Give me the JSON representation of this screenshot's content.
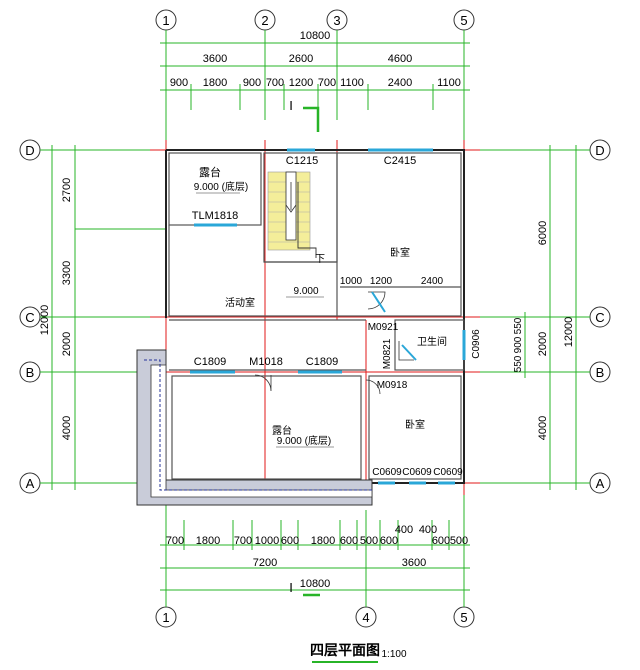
{
  "title": "四层平面图",
  "scale": "1:100",
  "top_axes": [
    "1",
    "2",
    "3",
    "5"
  ],
  "bottom_axes": [
    "1",
    "4",
    "5"
  ],
  "side_axes": [
    "D",
    "C",
    "B",
    "A"
  ],
  "top_total": "10800",
  "top_row1": [
    "3600",
    "2600",
    "4600"
  ],
  "top_row2": [
    "900",
    "1800",
    "900",
    "700",
    "1200",
    "700",
    "1100",
    "2400",
    "1100"
  ],
  "bottom_row1": [
    "700",
    "1800",
    "700",
    "1000",
    "600",
    "1800",
    "600",
    "500",
    "600",
    "600",
    "500"
  ],
  "bottom_extra": [
    "400",
    "400"
  ],
  "bottom_row2": [
    "7200",
    "3600"
  ],
  "bottom_total": "10800",
  "left_dims": [
    "2700",
    "3300",
    "2000",
    "4000"
  ],
  "left_total": "12000",
  "right_dims": [
    "6000",
    "2000",
    "4000"
  ],
  "right_total": "12000",
  "right_small": [
    "550",
    "900",
    "550"
  ],
  "section_mark": "I",
  "labels": {
    "terrace_top": "露台",
    "terrace_top_elev": "9.000 (底层)",
    "c1215": "C1215",
    "c2415": "C2415",
    "tlm1818": "TLM1818",
    "bedroom1": "卧室",
    "down": "下",
    "activity": "活动室",
    "elev_9": "9.000",
    "d1000": "1000",
    "d1200": "1200",
    "d2400": "2400",
    "m0921": "M0921",
    "bath": "卫生间",
    "c0906": "C0906",
    "c1809a": "C1809",
    "m1018": "M1018",
    "c1809b": "C1809",
    "m0821": "M0821",
    "m0918": "M0918",
    "terrace_bottom": "露台",
    "terrace_bottom_elev": "9.000 (底层)",
    "bedroom2": "卧室",
    "c0609a": "C0609",
    "c0609b": "C0609",
    "c0609c": "C0609"
  },
  "colors": {
    "dimension": "#27b427",
    "axis": "#e21a1a",
    "window": "#2aa7d8",
    "stair": "#f4ee9a",
    "parapet": "#c9ccd9"
  }
}
